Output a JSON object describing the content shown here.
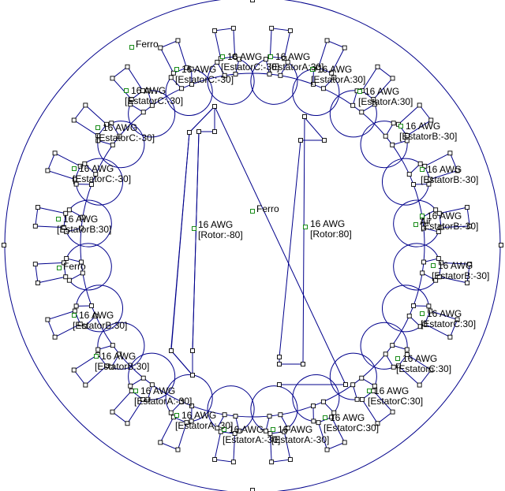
{
  "colors": {
    "geometry": "#00008b",
    "node": "#000000",
    "block_marker": "#008000",
    "background": "#ffffff"
  },
  "labels": {
    "ferro_outer": "Ferro",
    "ferro_rotor": "Ferro",
    "ferro_left": "Ferro",
    "air": "Air",
    "rotor_left": {
      "wire": "16 AWG",
      "circuit": "[Rotor:-80]"
    },
    "rotor_right": {
      "wire": "16 AWG",
      "circuit": "[Rotor:80]"
    }
  },
  "stator_slots": [
    {
      "wire": "16 AWG",
      "circuit": "[EstatorA:30]"
    },
    {
      "wire": "16 AWG",
      "circuit": "[EstatorA:30]"
    },
    {
      "wire": "16 AWG",
      "circuit": "[EstatorA:30]"
    },
    {
      "wire": "16 AWG",
      "circuit": "[EstatorB:-30]"
    },
    {
      "wire": "16 AWG",
      "circuit": "[EstatorB:-30]"
    },
    {
      "wire": "16 AWG",
      "circuit": "[EstatorB:-30]"
    },
    {
      "wire": "16 AWG",
      "circuit": "[EstatorB:-30]"
    },
    {
      "wire": "16 AWG",
      "circuit": "[EstatorC:30]"
    },
    {
      "wire": "16 AWG",
      "circuit": "[EstatorC:30]"
    },
    {
      "wire": "16 AWG",
      "circuit": "[EstatorC:30]"
    },
    {
      "wire": "16 AWG",
      "circuit": "[EstatorC:30]"
    },
    {
      "wire": "16 AWG",
      "circuit": "[EstatorA:-30]"
    },
    {
      "wire": "16 AWG",
      "circuit": "[EstatorA:-30]"
    },
    {
      "wire": "16 AWG",
      "circuit": "[EstatorA:-30]"
    },
    {
      "wire": "16 AWG",
      "circuit": "[EstatorA:-30]"
    },
    {
      "wire": "16 AWG",
      "circuit": "[EstatorB:30]"
    },
    {
      "wire": "16 AWG",
      "circuit": "[EstatorB:30]"
    },
    {
      "wire": "16 AWG",
      "circuit": "[EstatorB:30]"
    },
    {
      "wire": "16 AWG",
      "circuit": "[EstatorC:-30]"
    },
    {
      "wire": "16 AWG",
      "circuit": "[EstatorC:-30]"
    },
    {
      "wire": "16 AWG",
      "circuit": "[EstatorC:-30]"
    },
    {
      "wire": "16 AWG",
      "circuit": "[EstatorC:-30]"
    },
    {
      "wire": "16 AWG",
      "circuit": "[EstatorC:-30]"
    }
  ]
}
